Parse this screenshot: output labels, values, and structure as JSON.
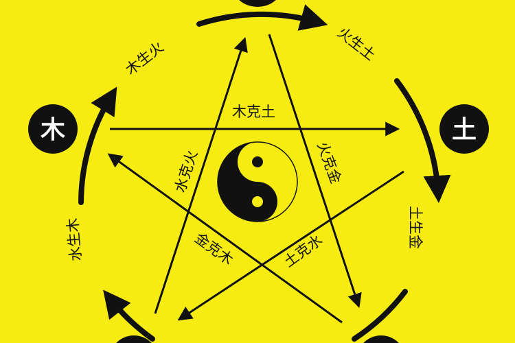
{
  "colors": {
    "background": "#f7ec12",
    "ink": "#111111",
    "node_text": "#ffffff"
  },
  "nodes": {
    "wood": "木",
    "earth": "土",
    "fire": "",
    "metal": "",
    "water": ""
  },
  "generating": {
    "wood_fire": "木生火",
    "fire_earth": "火生土",
    "earth_metal": "土生金",
    "water_wood": "水生木"
  },
  "controlling": {
    "wood_earth": "木克土",
    "fire_metal": "火克金",
    "water_fire": "水克火",
    "metal_wood": "金克木",
    "earth_water": "土克水"
  },
  "center_icon": "yin-yang-icon"
}
